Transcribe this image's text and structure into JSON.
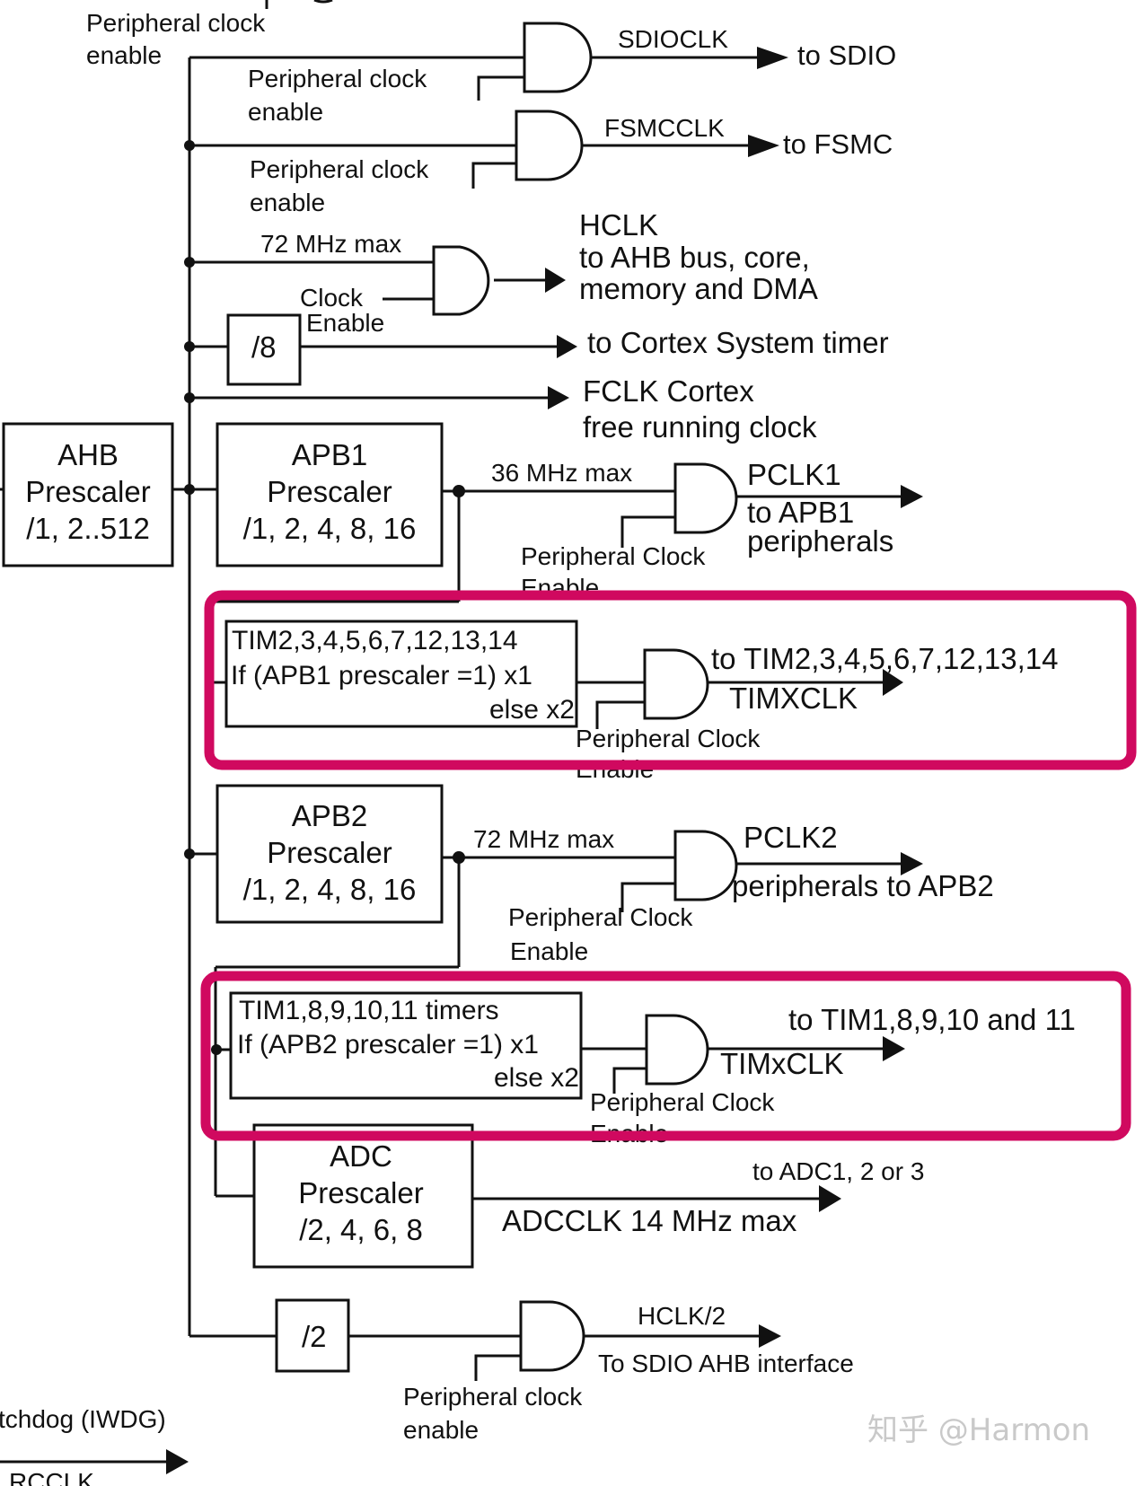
{
  "diagram": {
    "title": "STM32 clock tree (AHB / APB prescaler section)",
    "highlight_color": "#d0095f",
    "line_color": "#111111",
    "top_labels": {
      "peripheral_clock_enable_top": [
        "Peripheral clock",
        "enable"
      ]
    },
    "sdio": {
      "enable_label": [
        "Peripheral clock",
        "enable"
      ],
      "signal": "SDIOCLK",
      "dest": "to SDIO"
    },
    "fsmc": {
      "enable_label": [
        "Peripheral clock",
        "enable"
      ],
      "signal": "FSMCCLK",
      "dest": "to FSMC"
    },
    "hclk": {
      "max_label": "72 MHz max",
      "enable_label": [
        "Clock",
        "Enable"
      ],
      "signal": "HCLK",
      "dest": [
        "to AHB bus, core,",
        "memory and DMA"
      ]
    },
    "systick": {
      "divider": "/8",
      "dest": "to Cortex System timer"
    },
    "fclk": {
      "dest": [
        "FCLK Cortex",
        "free running clock"
      ]
    },
    "ahb_prescaler": {
      "lines": [
        "AHB",
        "Prescaler",
        "/1, 2..512"
      ]
    },
    "apb1_prescaler": {
      "lines": [
        "APB1",
        "Prescaler",
        "/1, 2, 4, 8, 16"
      ],
      "max_label": "36 MHz max",
      "enable_label": [
        "Peripheral Clock",
        "Enable"
      ],
      "signal": "PCLK1",
      "dest": [
        "to APB1",
        "peripherals"
      ]
    },
    "apb1_timers": {
      "lines": [
        "TIM2,3,4,5,6,7,12,13,14",
        "If (APB1 prescaler =1) x1",
        "else  x2"
      ],
      "enable_label": [
        "Peripheral Clock",
        "Enable"
      ],
      "dest": "to TIM2,3,4,5,6,7,12,13,14",
      "signal": "TIMXCLK"
    },
    "apb2_prescaler": {
      "lines": [
        "APB2",
        "Prescaler",
        "/1, 2, 4, 8, 16"
      ],
      "max_label": "72 MHz max",
      "enable_label": [
        "Peripheral Clock",
        "Enable"
      ],
      "signal": "PCLK2",
      "dest": "peripherals to APB2"
    },
    "apb2_timers": {
      "lines": [
        "TIM1,8,9,10,11  timers",
        "If (APB2 prescaler =1) x1",
        "else x2"
      ],
      "enable_label": [
        "Peripheral Clock",
        "Enable"
      ],
      "dest": "to TIM1,8,9,10 and 11",
      "signal": "TIMxCLK"
    },
    "adc_prescaler": {
      "lines": [
        "ADC",
        "Prescaler",
        "/2, 4, 6, 8"
      ],
      "dest": "to ADC1, 2 or 3",
      "signal": "ADCCLK 14 MHz max"
    },
    "sdio_ahb": {
      "divider": "/2",
      "signal": "HCLK/2",
      "dest": "To SDIO AHB interface",
      "enable_label": [
        "Peripheral clock",
        "enable"
      ]
    },
    "iwdg": {
      "label": "tchdog (IWDG)",
      "signal_partial": "RCCLK"
    },
    "watermark": "知乎 @Harmon"
  }
}
